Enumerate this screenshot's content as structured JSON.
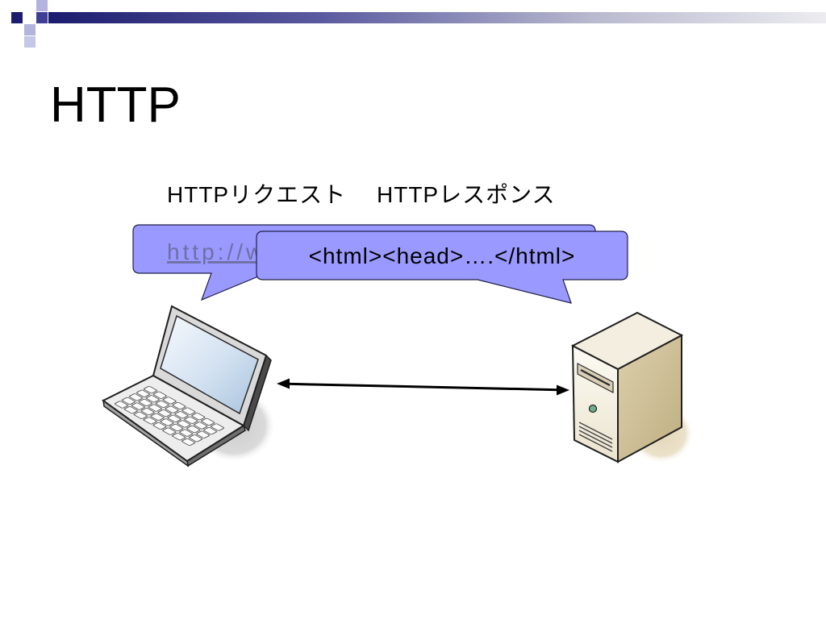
{
  "slide": {
    "title": "HTTP",
    "request_label": "HTTPリクエスト",
    "response_label": "HTTPレスポンス"
  },
  "request_bubble": {
    "text": "http://w"
  },
  "response_bubble": {
    "text": "<html><head>….</html>"
  },
  "icons": {
    "client": "laptop-icon",
    "server": "server-icon",
    "connection": "double-arrow-icon"
  },
  "colors": {
    "bubble_fill": "#9999ff",
    "link_text": "#6f6fa3"
  }
}
